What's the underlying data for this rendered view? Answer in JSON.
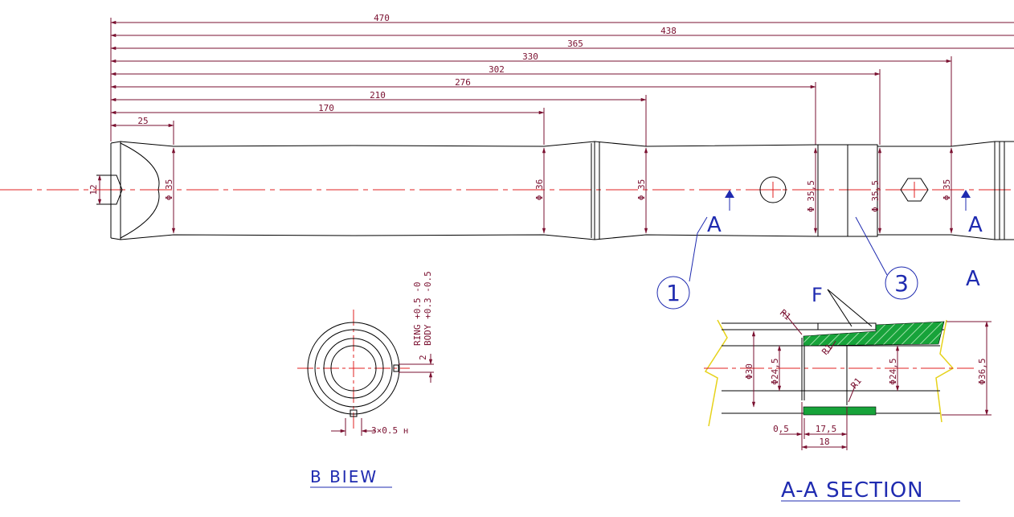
{
  "top_dimensions": [
    "470",
    "438",
    "365",
    "330",
    "302",
    "276",
    "210",
    "170",
    "25"
  ],
  "diameters": {
    "d1": "Φ 35",
    "d2": "Φ 36",
    "d3": "Φ 35",
    "d4": "Φ 35,5",
    "d5": "Φ 35,5",
    "d6": "Φ 35",
    "hole": "12"
  },
  "section_marks": {
    "left": "A",
    "right": "A",
    "view": "A"
  },
  "balloons": [
    "1",
    "3"
  ],
  "b_view": {
    "title": "B  BIEW",
    "ring_tol": "RING +0.5 -0",
    "body_tol": "BODY +0.3 -0.5",
    "gap": "2",
    "groove": "3×0.5 н"
  },
  "section": {
    "title": "A-A SECTION",
    "label_f": "F",
    "r1_a": "R1",
    "r1_b": "R1",
    "r1_c": "R1",
    "d30": "Φ30",
    "d245_a": "Φ24,5",
    "d245_b": "Φ24,5",
    "d365": "Φ36,5",
    "w05": "0,5",
    "w175": "17,5",
    "w18": "18"
  },
  "colors": {
    "dimension": "#7a1030",
    "center": "#e02020",
    "outline": "#000000",
    "annotation": "#1f2bb0",
    "hatch": "#17a33a",
    "break": "#e6d21a"
  }
}
